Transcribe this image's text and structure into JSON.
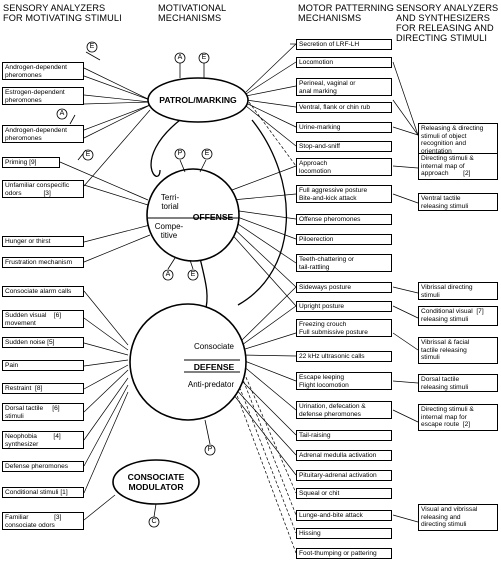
{
  "headers": {
    "col1": [
      "SENSORY ANALYZERS",
      "FOR MOTIVATING STIMULI"
    ],
    "col2": [
      "MOTIVATIONAL",
      "MECHANISMS"
    ],
    "col3": [
      "MOTOR PATTERNING",
      "MECHANISMS"
    ],
    "col4": [
      "SENSORY ANALYZERS",
      "AND SYNTHESIZERS",
      "FOR RELEASING AND",
      "DIRECTING STIMULI"
    ]
  },
  "left_boxes": [
    {
      "id": "l1",
      "lines": [
        "Androgen-dependent",
        "pheromones"
      ]
    },
    {
      "id": "l2",
      "lines": [
        "Estrogen-dependent",
        "pheromones"
      ]
    },
    {
      "id": "l3",
      "lines": [
        "Androgen-dependent",
        "pheromones"
      ]
    },
    {
      "id": "l4",
      "lines": [
        "Priming [9]"
      ]
    },
    {
      "id": "l5",
      "lines": [
        "Unfamiliar conspecific",
        "odors            [3]"
      ]
    },
    {
      "id": "l6",
      "lines": [
        "Hunger or thirst"
      ]
    },
    {
      "id": "l7",
      "lines": [
        "Frustration mechanism"
      ]
    },
    {
      "id": "l8",
      "lines": [
        "Consociate alarm calls"
      ]
    },
    {
      "id": "l9",
      "lines": [
        "Sudden visual    [6]",
        "movement"
      ]
    },
    {
      "id": "l10",
      "lines": [
        "Sudden noise [5]"
      ]
    },
    {
      "id": "l11",
      "lines": [
        "Pain"
      ]
    },
    {
      "id": "l12",
      "lines": [
        "Restraint  [8]"
      ]
    },
    {
      "id": "l13",
      "lines": [
        "Dorsal tactile     [6]",
        "stimuli"
      ]
    },
    {
      "id": "l14",
      "lines": [
        "Neophobia         [4]",
        "synthesizer"
      ]
    },
    {
      "id": "l15",
      "lines": [
        "Defense pheromones"
      ]
    },
    {
      "id": "l16",
      "lines": [
        "Conditional stimuli [1]"
      ]
    },
    {
      "id": "l17",
      "lines": [
        "Familiar              [3]",
        "consociate odors"
      ]
    }
  ],
  "motor_boxes": [
    {
      "id": "m1",
      "lines": [
        "Secretion of LRF-LH"
      ]
    },
    {
      "id": "m2",
      "lines": [
        "Locomotion"
      ]
    },
    {
      "id": "m3",
      "lines": [
        "Perineal, vaginal or",
        "anal marking"
      ]
    },
    {
      "id": "m4",
      "lines": [
        "Ventral, flank or chin rub"
      ]
    },
    {
      "id": "m5",
      "lines": [
        "Urine-marking"
      ]
    },
    {
      "id": "m6",
      "lines": [
        "Stop-and-sniff"
      ]
    },
    {
      "id": "m7",
      "lines": [
        "Approach",
        "locomotion"
      ]
    },
    {
      "id": "m8",
      "lines": [
        "Full aggressive posture",
        "Bite-and-kick attack"
      ]
    },
    {
      "id": "m9",
      "lines": [
        "Offense pheromones"
      ]
    },
    {
      "id": "m10",
      "lines": [
        "Piloerection"
      ]
    },
    {
      "id": "m11",
      "lines": [
        "Teeth-chattering or",
        "tail-rattling"
      ]
    },
    {
      "id": "m12",
      "lines": [
        "Sideways posture"
      ]
    },
    {
      "id": "m13",
      "lines": [
        "Upright posture"
      ]
    },
    {
      "id": "m14",
      "lines": [
        "Freezing crouch",
        "Full submissive posture"
      ]
    },
    {
      "id": "m15",
      "lines": [
        "22 kHz ultrasonic calls"
      ]
    },
    {
      "id": "m16",
      "lines": [
        "Escape leeping",
        "Flight locomotion"
      ]
    },
    {
      "id": "m17",
      "lines": [
        "Urination, defecation &",
        "defense pheromones"
      ]
    },
    {
      "id": "m18",
      "lines": [
        "Tail-raising"
      ]
    },
    {
      "id": "m19",
      "lines": [
        "Adrenal medulla activation"
      ]
    },
    {
      "id": "m20",
      "lines": [
        "Pituitary-adrenal activation"
      ]
    },
    {
      "id": "m21",
      "lines": [
        "Squeal or chit"
      ]
    },
    {
      "id": "m22",
      "lines": [
        "Lunge-and-bite attack"
      ]
    },
    {
      "id": "m23",
      "lines": [
        "Hissing"
      ]
    },
    {
      "id": "m24",
      "lines": [
        "Foot-thumping or pattering"
      ]
    }
  ],
  "right_boxes": [
    {
      "id": "r1",
      "lines": [
        "Releasing & directing",
        "stimuli of object",
        "recognition and",
        "orientation"
      ]
    },
    {
      "id": "r2",
      "lines": [
        "Directing stimuli &",
        "internal map of",
        "approach        [2]"
      ]
    },
    {
      "id": "r3",
      "lines": [
        "Ventral tactile",
        "releasing stimuli"
      ]
    },
    {
      "id": "r4",
      "lines": [
        "Vibrissal directing",
        "stimuli"
      ]
    },
    {
      "id": "r5",
      "lines": [
        "Conditional visual  [7]",
        "releasing stimuli"
      ]
    },
    {
      "id": "r6",
      "lines": [
        "Vibrissal & facial",
        "tactile releasing",
        "stimuli"
      ]
    },
    {
      "id": "r7",
      "lines": [
        "Dorsal tactile",
        "releasing stimuli"
      ]
    },
    {
      "id": "r8",
      "lines": [
        "Directing stimuli &",
        "internal map for",
        "escape route  [2]"
      ]
    },
    {
      "id": "r9",
      "lines": [
        "Visual and vibrissal",
        "releasing and",
        "directing stimuli"
      ]
    }
  ],
  "nodes": {
    "patrol": "PATROL/MARKING",
    "offense": "OFFENSE",
    "territorial": [
      "Terri-",
      "torial"
    ],
    "competitive": [
      "Compe-",
      "titive"
    ],
    "defense": "DEFENSE",
    "consociate": "Consociate",
    "antipredator": "Anti-predator",
    "modulator": [
      "CONSOCIATE",
      "MODULATOR"
    ]
  },
  "markers": {
    "A": "A",
    "E": "E",
    "P": "P",
    "C": "C"
  }
}
